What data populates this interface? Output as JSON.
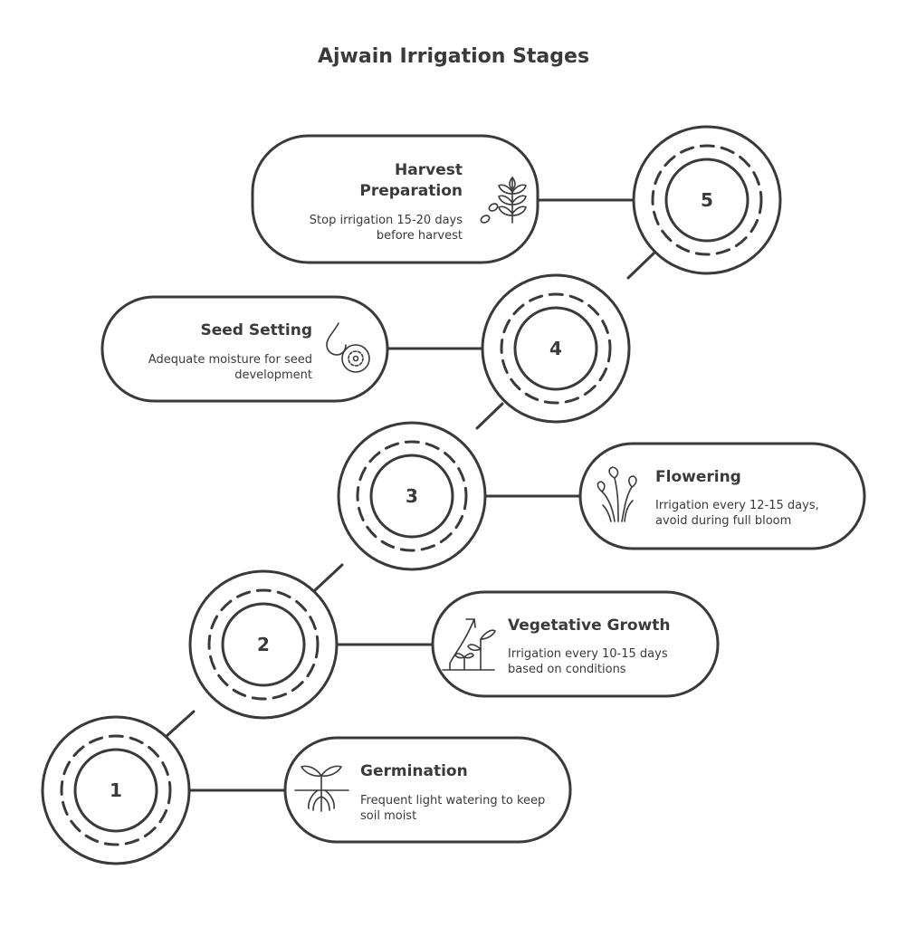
{
  "title": "Ajwain Irrigation Stages",
  "stages": [
    {
      "number": "1",
      "name": "Germination",
      "description": "Frequent light watering to keep soil moist",
      "icon": "seedling-roots-icon"
    },
    {
      "number": "2",
      "name": "Vegetative Growth",
      "description": "Irrigation every 10-15 days based on conditions",
      "icon": "growing-plants-icon"
    },
    {
      "number": "3",
      "name": "Flowering",
      "description": "Irrigation every 12-15 days, avoid during full bloom",
      "icon": "flower-buds-icon"
    },
    {
      "number": "4",
      "name": "Seed Setting",
      "description": "Adequate moisture for seed development",
      "icon": "water-drop-seed-icon"
    },
    {
      "number": "5",
      "name": "Harvest Preparation",
      "description": "Stop irrigation 15-20 days before harvest",
      "icon": "wheat-grain-icon"
    }
  ],
  "colors": {
    "stroke": "#3a3a3a",
    "background": "#ffffff"
  }
}
